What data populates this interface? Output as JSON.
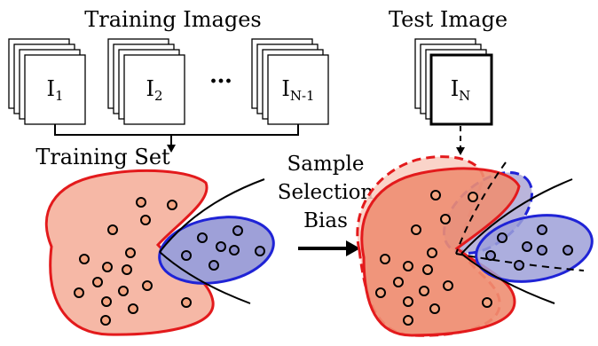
{
  "titles": {
    "training_images": "Training Images",
    "test_image": "Test Image",
    "training_set": "Training Set",
    "ellipsis": "…"
  },
  "images": [
    {
      "base": "I",
      "sub": "1"
    },
    {
      "base": "I",
      "sub": "2"
    },
    {
      "base": "I",
      "sub": "N-1"
    },
    {
      "base": "I",
      "sub": "N"
    }
  ],
  "bias_label": {
    "line1": "Sample",
    "line2": "Selection",
    "line3": "Bias"
  },
  "colors": {
    "red_stroke": "#e31a1c",
    "red_fill": "#f6b8a6",
    "red_fill_dark": "#ee8e72",
    "blue_stroke": "#1f23d6",
    "blue_fill": "#9ea0d8",
    "point_red_fill": "#f4a582",
    "point_blue_fill": "#8e90cc",
    "black": "#000000"
  }
}
